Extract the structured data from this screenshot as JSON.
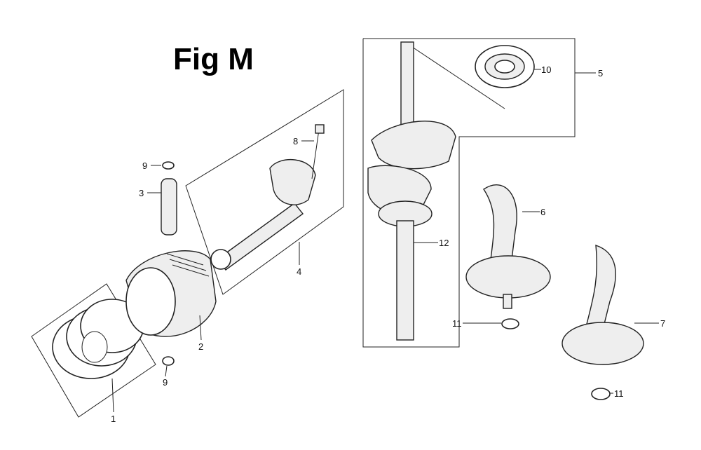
{
  "figure": {
    "title": "Fig M",
    "callouts": {
      "piston_rings": "1",
      "piston": "2",
      "piston_pin": "3",
      "connecting_rod": "4",
      "crankshaft_assembly": "5",
      "balancer_6": "6",
      "balancer_7": "7",
      "rod_bolt": "8",
      "pin_clip_top": "9",
      "pin_clip_bottom": "9",
      "ball_bearing": "10",
      "washer_upper": "11",
      "washer_lower": "11",
      "crankshaft": "12"
    }
  }
}
